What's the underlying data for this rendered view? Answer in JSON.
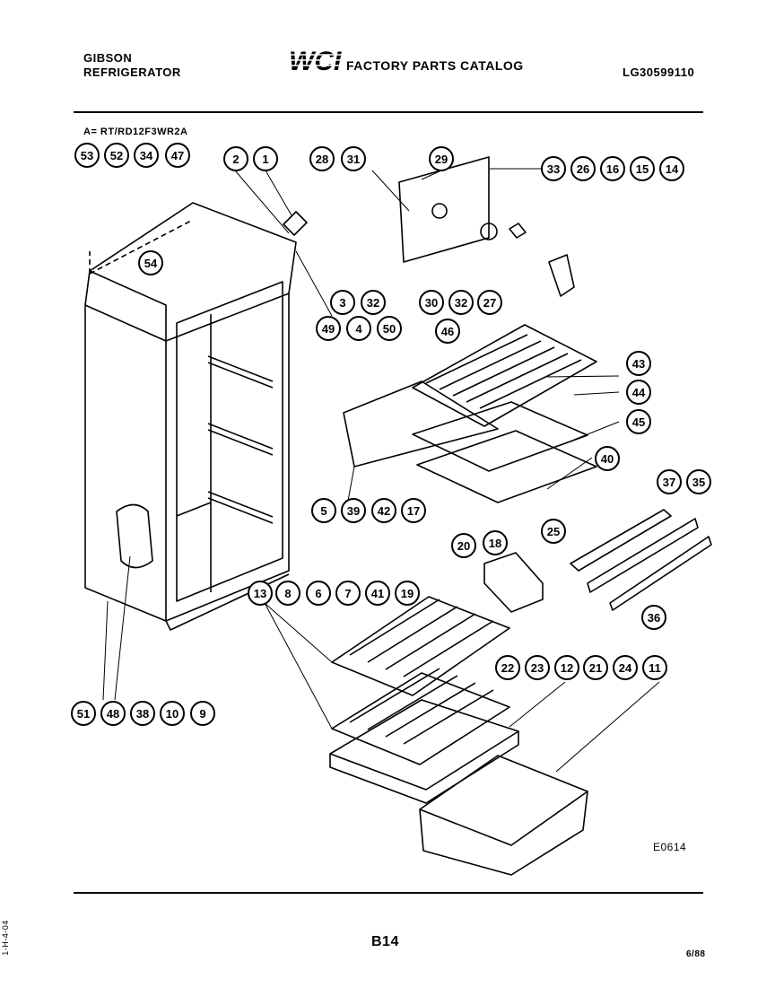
{
  "header": {
    "brand_line1": "GIBSON",
    "brand_line2": "REFRIGERATOR",
    "logo_text": "WCI",
    "catalog_title": "FACTORY PARTS CATALOG",
    "catalog_number": "LG30599110"
  },
  "model_line": "A= RT/RD12F3WR2A",
  "drawing_code": "E0614",
  "page_number": "B14",
  "date_code": "6/88",
  "side_note": "1-H-4-04",
  "callouts": [
    "53",
    "52",
    "34",
    "47",
    "2",
    "1",
    "28",
    "31",
    "29",
    "33",
    "26",
    "16",
    "15",
    "14",
    "54",
    "3",
    "32",
    "30",
    "32",
    "27",
    "49",
    "4",
    "50",
    "46",
    "43",
    "44",
    "45",
    "40",
    "5",
    "39",
    "42",
    "17",
    "18",
    "25",
    "37",
    "35",
    "20",
    "13",
    "8",
    "6",
    "7",
    "41",
    "19",
    "36",
    "22",
    "23",
    "12",
    "21",
    "24",
    "11",
    "51",
    "48",
    "38",
    "10",
    "9"
  ]
}
